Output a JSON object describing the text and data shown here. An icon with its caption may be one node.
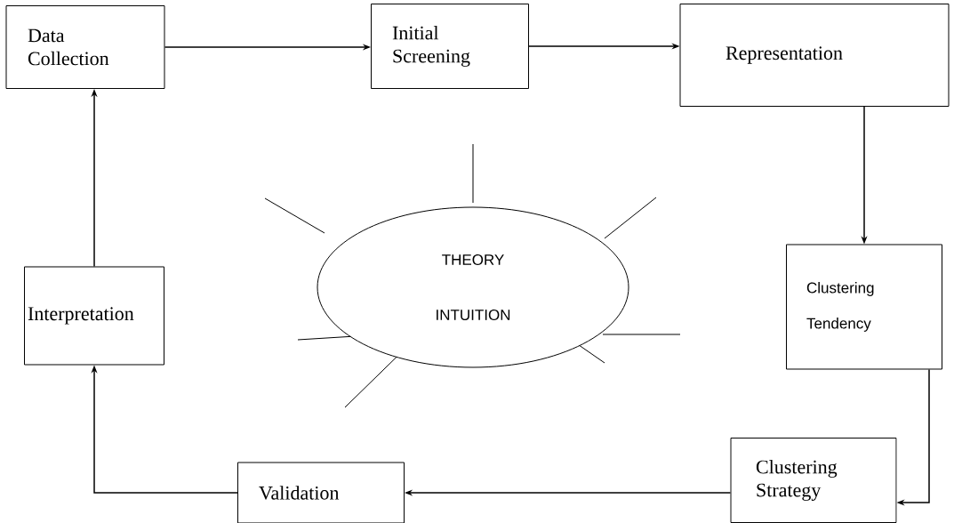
{
  "diagram": {
    "nodes": [
      {
        "text": [
          "Data Collection"
        ]
      },
      {
        "text": [
          "Initial Screening"
        ]
      },
      {
        "text": [
          "Representation"
        ]
      },
      {
        "text": [
          "Clustering Tendency"
        ]
      },
      {
        "text": [
          "Clustering Strategy"
        ]
      },
      {
        "text": [
          "Validation"
        ]
      },
      {
        "text": [
          "Interpretation"
        ]
      },
      {
        "text": [
          "THEORY",
          "INTUITION"
        ]
      }
    ],
    "edges": [
      {
        "from": 0,
        "to": 1,
        "arrow": "to"
      },
      {
        "from": 1,
        "to": 2,
        "arrow": "to"
      },
      {
        "from": 2,
        "to": 3,
        "arrow": "to"
      },
      {
        "from": 3,
        "to": 4,
        "arrow": "to"
      },
      {
        "from": 4,
        "to": 5,
        "arrow": "to"
      },
      {
        "from": 5,
        "to": 6,
        "arrow": "to"
      },
      {
        "from": 6,
        "to": 0,
        "arrow": "to"
      }
    ]
  }
}
